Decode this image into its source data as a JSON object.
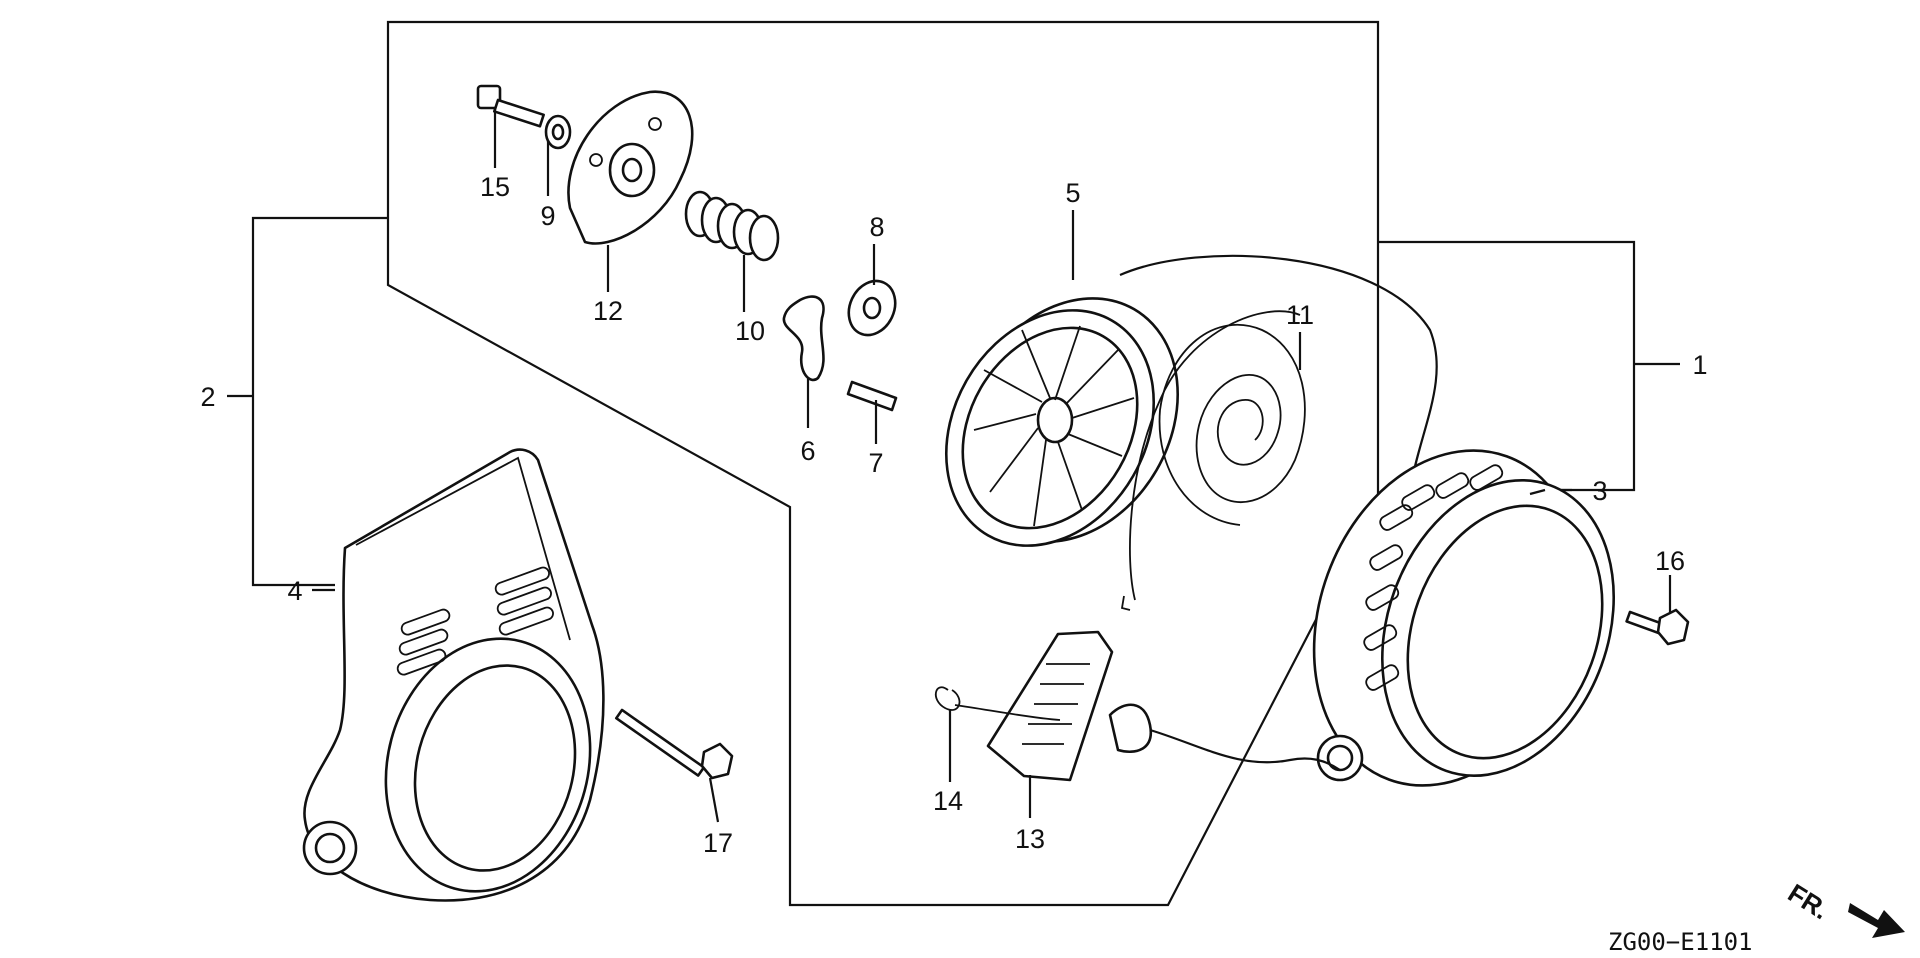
{
  "diagram": {
    "callouts": [
      {
        "id": "1",
        "label": "1"
      },
      {
        "id": "2",
        "label": "2"
      },
      {
        "id": "3",
        "label": "3"
      },
      {
        "id": "4",
        "label": "4"
      },
      {
        "id": "5",
        "label": "5"
      },
      {
        "id": "6",
        "label": "6"
      },
      {
        "id": "7",
        "label": "7"
      },
      {
        "id": "8",
        "label": "8"
      },
      {
        "id": "9",
        "label": "9"
      },
      {
        "id": "10",
        "label": "10"
      },
      {
        "id": "11",
        "label": "11"
      },
      {
        "id": "12",
        "label": "12"
      },
      {
        "id": "13",
        "label": "13"
      },
      {
        "id": "14",
        "label": "14"
      },
      {
        "id": "15",
        "label": "15"
      },
      {
        "id": "16",
        "label": "16"
      },
      {
        "id": "17",
        "label": "17"
      }
    ],
    "drawing_code": "ZG00−E1101",
    "direction_label": "FR."
  }
}
